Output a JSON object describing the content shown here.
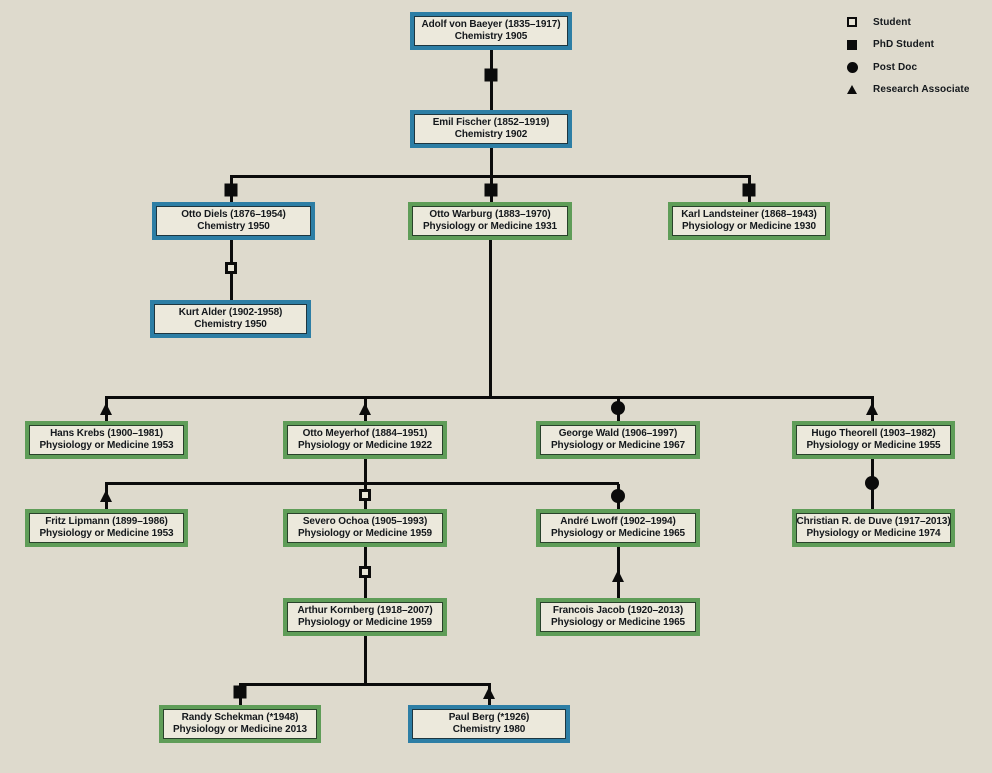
{
  "legend": {
    "items": [
      {
        "label": "Student",
        "marker": "open-square"
      },
      {
        "label": "PhD Student",
        "marker": "filled-square"
      },
      {
        "label": "Post Doc",
        "marker": "filled-circle"
      },
      {
        "label": "Research Associate",
        "marker": "filled-triangle"
      }
    ]
  },
  "colors": {
    "background": "#dedacd",
    "box_fill": "#ece9dc",
    "chemistry_border": "#2d7ea5",
    "medicine_border": "#5f9d58",
    "line": "#0b0b0b"
  },
  "nodes": [
    {
      "name": "Adolf von Baeyer (1835–1917)",
      "award": "Chemistry 1905",
      "field": "chemistry"
    },
    {
      "name": "Emil Fischer (1852–1919)",
      "award": "Chemistry 1902",
      "field": "chemistry"
    },
    {
      "name": "Otto Diels (1876–1954)",
      "award": "Chemistry 1950",
      "field": "chemistry"
    },
    {
      "name": "Otto Warburg (1883–1970)",
      "award": "Physiology or Medicine 1931",
      "field": "medicine"
    },
    {
      "name": "Karl Landsteiner (1868–1943)",
      "award": "Physiology or Medicine 1930",
      "field": "medicine"
    },
    {
      "name": "Kurt Alder (1902-1958)",
      "award": "Chemistry 1950",
      "field": "chemistry"
    },
    {
      "name": "Hans Krebs (1900–1981)",
      "award": "Physiology or Medicine 1953",
      "field": "medicine"
    },
    {
      "name": "Otto Meyerhof (1884–1951)",
      "award": "Physiology or Medicine 1922",
      "field": "medicine"
    },
    {
      "name": "George Wald (1906–1997)",
      "award": "Physiology or Medicine 1967",
      "field": "medicine"
    },
    {
      "name": "Hugo Theorell (1903–1982)",
      "award": "Physiology or Medicine 1955",
      "field": "medicine"
    },
    {
      "name": "Fritz Lipmann (1899–1986)",
      "award": "Physiology or Medicine 1953",
      "field": "medicine"
    },
    {
      "name": "Severo Ochoa (1905–1993)",
      "award": "Physiology or Medicine 1959",
      "field": "medicine"
    },
    {
      "name": "André Lwoff (1902–1994)",
      "award": "Physiology or Medicine 1965",
      "field": "medicine"
    },
    {
      "name": "Christian R. de Duve (1917–2013)",
      "award": "Physiology or Medicine 1974",
      "field": "medicine"
    },
    {
      "name": "Arthur Kornberg (1918–2007)",
      "award": "Physiology or Medicine 1959",
      "field": "medicine"
    },
    {
      "name": "Francois Jacob (1920–2013)",
      "award": "Physiology or Medicine 1965",
      "field": "medicine"
    },
    {
      "name": "Randy Schekman (*1948)",
      "award": "Physiology or Medicine 2013",
      "field": "medicine"
    },
    {
      "name": "Paul Berg (*1926)",
      "award": "Chemistry 1980",
      "field": "chemistry"
    }
  ]
}
